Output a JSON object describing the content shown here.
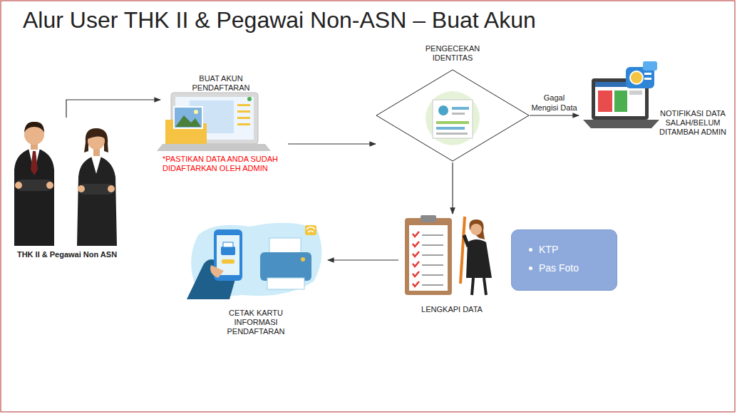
{
  "diagram": {
    "title": "Alur User THK II & Pegawai Non-ASN – Buat Akun",
    "nodes": [
      {
        "text": [
          "THK II & Pegawai Non ASN"
        ]
      },
      {
        "text": [
          "BUAT AKUN PENDAFTARAN",
          "*PASTIKAN DATA ANDA SUDAH DIDAFTARKAN OLEH ADMIN"
        ]
      },
      {
        "text": [
          "PENGECEKAN IDENTITAS"
        ]
      },
      {
        "text": [
          "NOTIFIKASI DATA SALAH/BELUM DITAMBAH ADMIN"
        ]
      },
      {
        "text": [
          "LENGKAPI DATA"
        ]
      },
      {
        "text": [
          "KTP",
          "Pas Foto"
        ]
      },
      {
        "text": [
          "CETAK KARTU INFORMASI PENDAFTARAN"
        ]
      }
    ],
    "edges": [
      {
        "from": 0,
        "to": 1,
        "arrow": "to"
      },
      {
        "from": 1,
        "to": 2,
        "arrow": "to"
      },
      {
        "from": 2,
        "to": 3,
        "label": "Gagal Mengisi Data",
        "arrow": "to"
      },
      {
        "from": 2,
        "to": 4,
        "arrow": "to"
      },
      {
        "from": 4,
        "to": 6,
        "arrow": "to"
      }
    ]
  }
}
